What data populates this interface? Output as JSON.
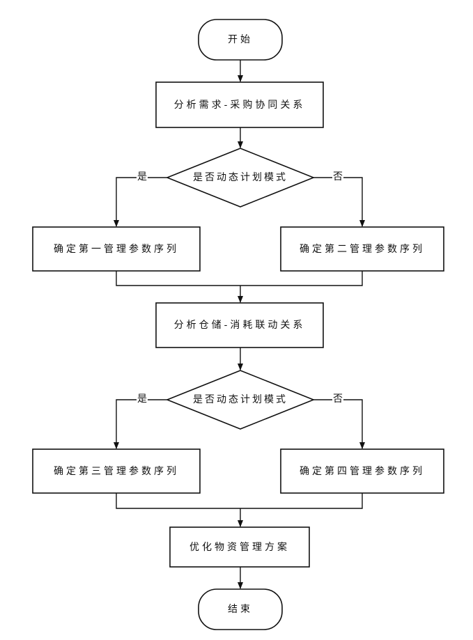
{
  "flowchart": {
    "start": "开始",
    "step_analyze_procurement": "分析需求-采购协同关系",
    "decision_1": "是否动态计划模式",
    "branch_1_yes": "是",
    "branch_1_no": "否",
    "seq_1": "确定第一管理参数序列",
    "seq_2": "确定第二管理参数序列",
    "step_analyze_storage": "分析仓储-消耗联动关系",
    "decision_2": "是否动态计划模式",
    "branch_2_yes": "是",
    "branch_2_no": "否",
    "seq_3": "确定第三管理参数序列",
    "seq_4": "确定第四管理参数序列",
    "optimize": "优化物资管理方案",
    "end": "结束"
  }
}
